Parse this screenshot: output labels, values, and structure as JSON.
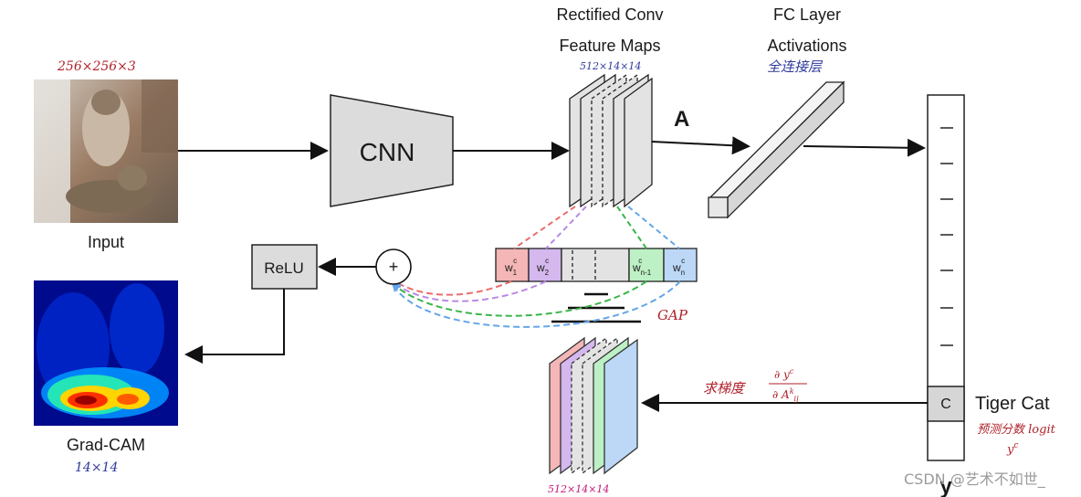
{
  "labels": {
    "input": "Input",
    "cnn": "CNN",
    "rectified_conv": "Rectified Conv",
    "feature_maps": "Feature Maps",
    "fc_layer": "FC Layer",
    "activations": "Activations",
    "a": "A",
    "relu": "ReLU",
    "plus": "+",
    "gap": "GAP",
    "grad_cam": "Grad-CAM",
    "tiger_cat": "Tiger Cat",
    "class_cell": "C",
    "output_y": "y"
  },
  "weights": [
    {
      "base": "w",
      "sub": "1",
      "sup": "c"
    },
    {
      "base": "w",
      "sub": "2",
      "sup": "c"
    },
    {
      "base": "w",
      "sub": "n-1",
      "sup": "c"
    },
    {
      "base": "w",
      "sub": "n",
      "sup": "c"
    }
  ],
  "annotations": {
    "input_dims": "256×256×3",
    "feature_dims_top": "512×14×14",
    "fc_chinese": "全连接层",
    "gap_dims_bottom": "512×14×14",
    "gradcam_dims": "14×14",
    "grad_label": "求梯度",
    "grad_numer": "∂ y",
    "grad_numer_sup": "c",
    "grad_denom": "∂ A",
    "grad_denom_sub": "ij",
    "grad_denom_sup": "k",
    "score_label": "预测分数 logit",
    "score_symbol": "y",
    "score_symbol_sup": "c"
  },
  "watermark": "CSDN @艺术不如世_",
  "colors": {
    "red_map": "#f4b6b6",
    "purple_map": "#d4b8ee",
    "green_map": "#bdf0c4",
    "blue_map": "#bcd8f6",
    "gray_map": "#e3e3e3",
    "dash_red": "#ea6d6d",
    "dash_purple": "#b889e6",
    "dash_green": "#39b54a",
    "dash_blue": "#64a6e8"
  }
}
